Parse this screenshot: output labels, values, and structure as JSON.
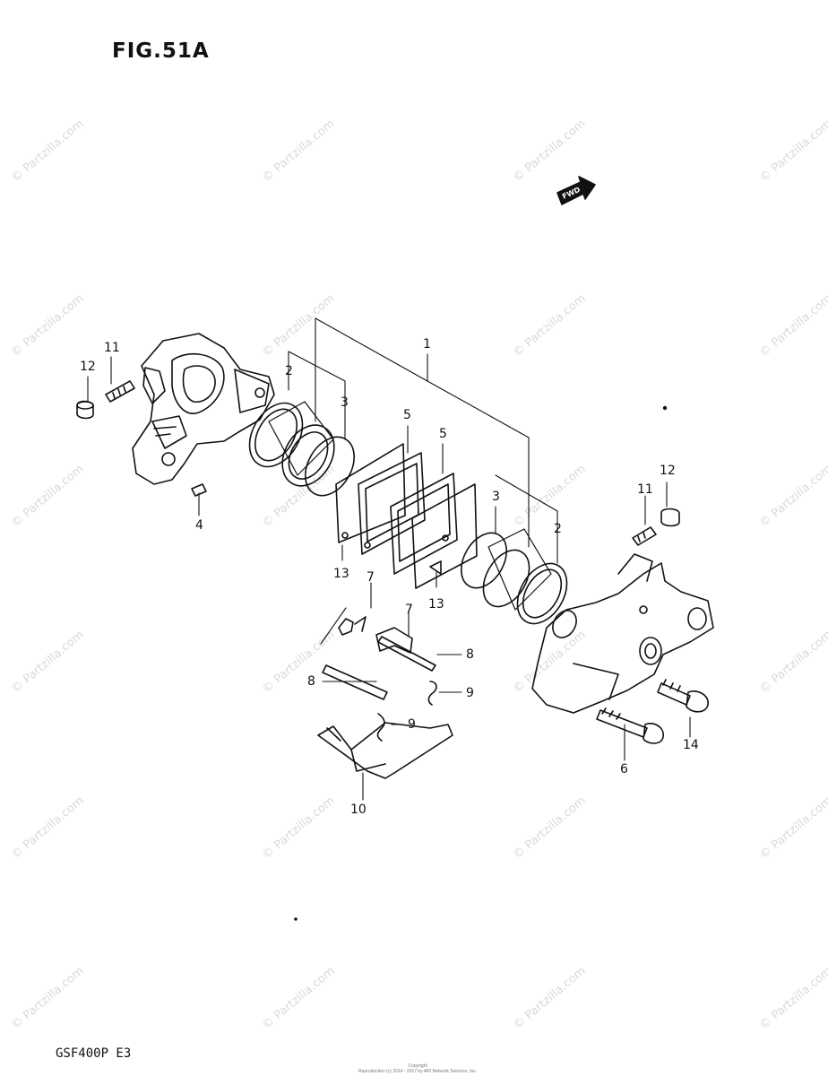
{
  "figure": {
    "title": "FIG.51A",
    "model_code": "GSF400P  E3",
    "fwd_label": "FWD",
    "watermark": "© Partzilla.com",
    "copyright_line1": "Copyright",
    "copyright_line2": "Reproduction (c) 2014 - 2017 by ARI Network Services, Inc."
  },
  "callouts": {
    "c1": "1",
    "c2a": "2",
    "c2b": "2",
    "c3a": "3",
    "c3b": "3",
    "c4": "4",
    "c5a": "5",
    "c5b": "5",
    "c6": "6",
    "c7a": "7",
    "c7b": "7",
    "c8a": "8",
    "c8b": "8",
    "c9a": "9",
    "c9b": "9",
    "c10": "10",
    "c11a": "11",
    "c11b": "11",
    "c12a": "12",
    "c12b": "12",
    "c13a": "13",
    "c13b": "13",
    "c14": "14"
  },
  "colors": {
    "line": "#111111",
    "watermark": "#d9d9d9",
    "background": "#ffffff"
  }
}
